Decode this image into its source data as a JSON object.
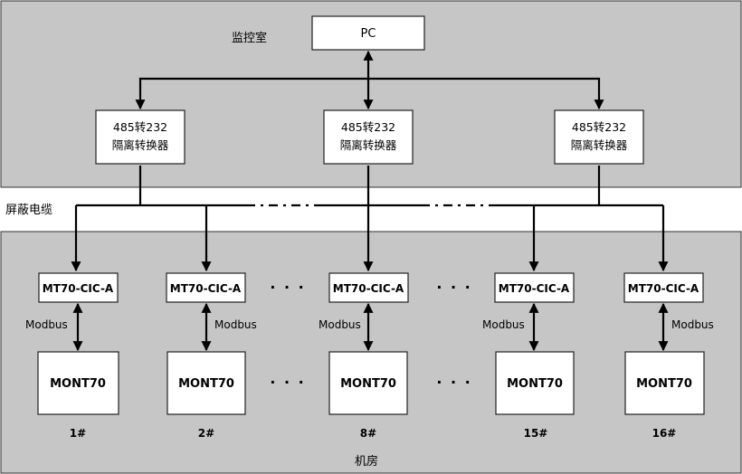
{
  "control_room": {
    "label": "监控室",
    "pc_label": "PC"
  },
  "converter": {
    "line1": "485转232",
    "line2": "隔离转换器"
  },
  "cable_label": "屏蔽电缆",
  "machine_room": {
    "label": "机房"
  },
  "module_label": "MT70-CIC-A",
  "meter_label": "MONT70",
  "protocol_label": "Modbus",
  "ellipsis": "· · ·",
  "units": [
    {
      "number": "1#"
    },
    {
      "number": "2#"
    },
    {
      "number": "8#"
    },
    {
      "number": "15#"
    },
    {
      "number": "16#"
    }
  ]
}
